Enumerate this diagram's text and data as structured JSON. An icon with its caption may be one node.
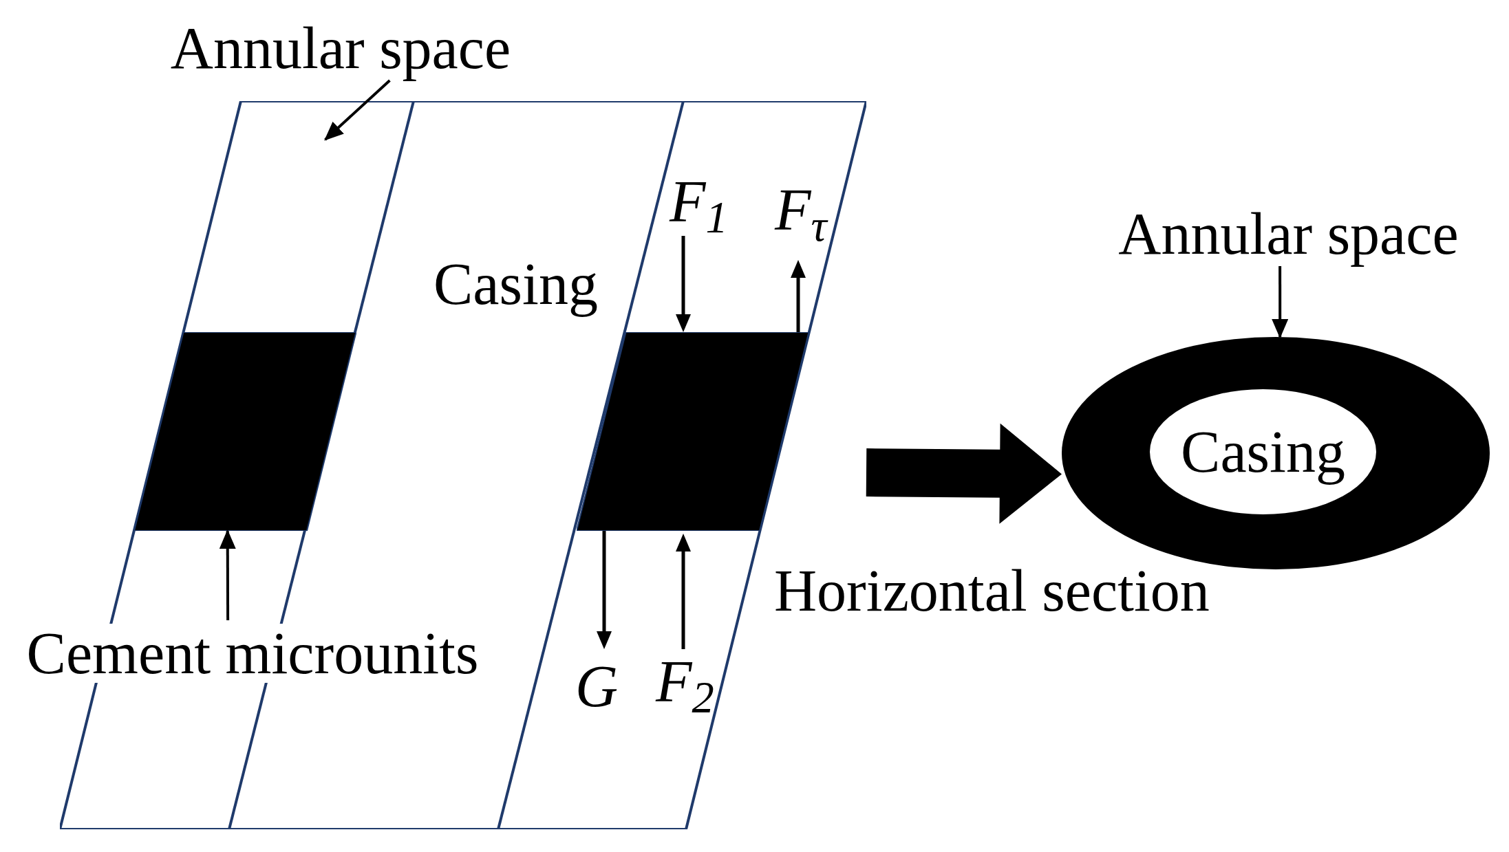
{
  "diagram": {
    "nodes": [
      {
        "text": [
          "Annular space"
        ]
      },
      {
        "text": [],
        "shape": "parallelogram"
      },
      {
        "text": [],
        "shape": "parallelogram",
        "in": 1
      },
      {
        "text": [],
        "shape": "parallelogram",
        "in": 1
      },
      {
        "text": [
          "Annular space"
        ]
      },
      {
        "text": [],
        "shape": "ellipse"
      },
      {
        "text": [
          "Casing"
        ],
        "in": 5
      },
      {
        "text": [
          "Cement microunits"
        ]
      }
    ],
    "edges": [
      {
        "from": 0,
        "to": 1,
        "arrow": "to"
      },
      {
        "from": 7,
        "to": 2,
        "arrow": "to"
      },
      {
        "from": 4,
        "to": 5,
        "arrow": "to"
      },
      {
        "from": 1,
        "to": 5,
        "arrow": "to",
        "label": "Horizontal section",
        "style": "thick"
      }
    ],
    "labels": [
      "Casing",
      "F$_{1}$",
      "F$_{τ}$",
      "G",
      "F$_{2}$"
    ]
  }
}
